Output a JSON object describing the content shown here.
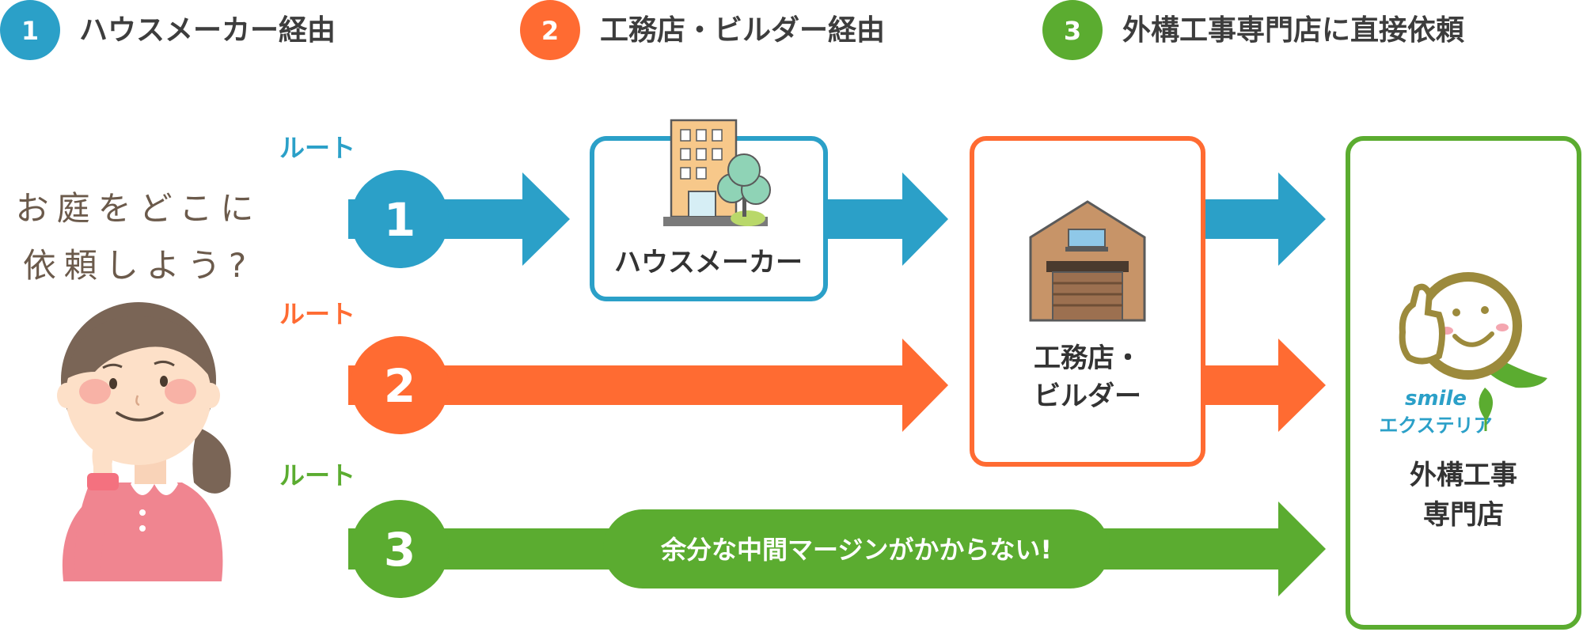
{
  "colors": {
    "route1": "#2ba0c8",
    "route2": "#ff6b32",
    "route3": "#5bac30",
    "text": "#333333",
    "question_text": "#6b5a4b"
  },
  "legend": [
    {
      "number": "1",
      "label": "ハウスメーカー経由"
    },
    {
      "number": "2",
      "label": "工務店・ビルダー経由"
    },
    {
      "number": "3",
      "label": "外構工事専門店に直接依頼"
    }
  ],
  "question": {
    "line1": "お庭をどこに",
    "line2": "依頼しよう?"
  },
  "routes": [
    {
      "label": "ルート",
      "number": "1"
    },
    {
      "label": "ルート",
      "number": "2"
    },
    {
      "label": "ルート",
      "number": "3"
    }
  ],
  "nodes": {
    "house_maker": "ハウスメーカー",
    "builder_line1": "工務店・",
    "builder_line2": "ビルダー",
    "specialist_line1": "外構工事",
    "specialist_line2": "専門店"
  },
  "logo": {
    "line1": "smile",
    "line2": "エクステリア"
  },
  "route3_note": "余分な中間マージンがかからない!",
  "icons": [
    "building-icon",
    "tree-icon",
    "warehouse-icon",
    "smile-thumbs-up-icon",
    "leaf-icon",
    "thinking-woman-illustration"
  ]
}
